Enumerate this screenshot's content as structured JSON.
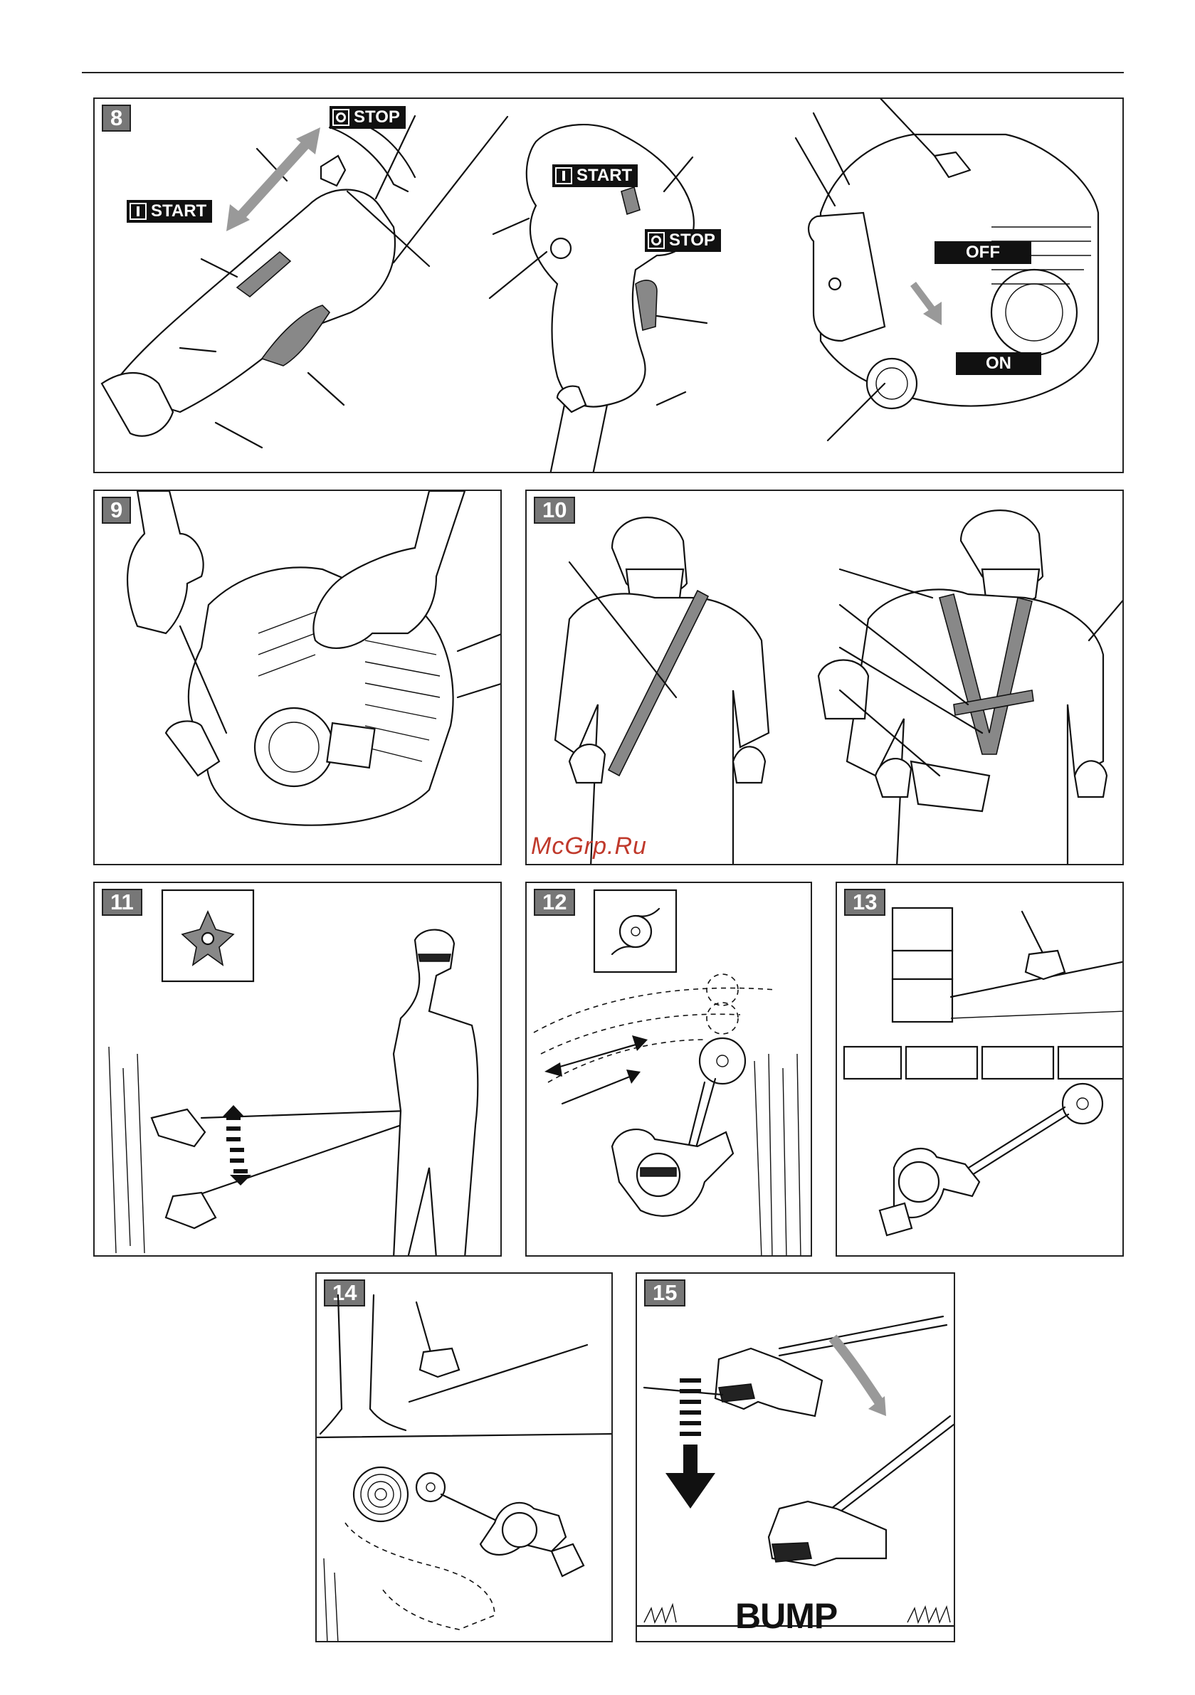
{
  "figures": {
    "f8": {
      "number": "8",
      "labels": {
        "stop_handle": "STOP",
        "start_handle": "START",
        "start_grip": "START",
        "stop_grip": "STOP",
        "choke_off": "OFF",
        "choke_on": "ON"
      }
    },
    "f9": {
      "number": "9"
    },
    "f10": {
      "number": "10"
    },
    "f11": {
      "number": "11"
    },
    "f12": {
      "number": "12"
    },
    "f13": {
      "number": "13"
    },
    "f14": {
      "number": "14"
    },
    "f15": {
      "number": "15",
      "impact_text": "BUMP"
    }
  },
  "watermark": "McGrp.Ru",
  "icons": {
    "start": "start-bar-icon",
    "stop": "stop-ring-icon",
    "blade": "three-tooth-blade-icon",
    "saw": "saw-blade-icon"
  }
}
